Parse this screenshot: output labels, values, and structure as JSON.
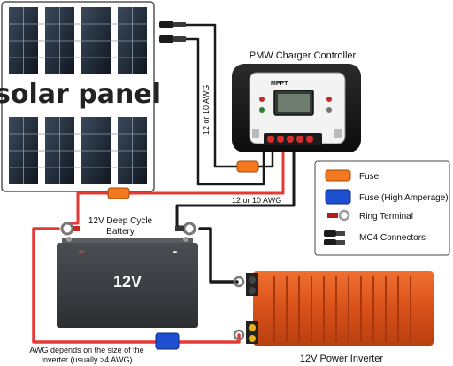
{
  "solar_panel": {
    "label": "solar panel"
  },
  "controller": {
    "title": "PMW Charger Controller",
    "brand": "MPPT"
  },
  "wires": {
    "panel_to_controller_gauge": "12 or 10 AWG",
    "controller_to_battery_gauge": "12 or 10 AWG",
    "inverter_note_line1": "AWG depends on the size of the",
    "inverter_note_line2": "Inverter (usually >4 AWG)"
  },
  "battery": {
    "caption_line1": "12V Deep Cycle",
    "caption_line2": "Battery",
    "face_label": "12V",
    "plus": "+",
    "minus": "-"
  },
  "inverter": {
    "caption": "12V Power Inverter"
  },
  "legend": {
    "items": [
      {
        "label": "Fuse",
        "swatch": "fuse"
      },
      {
        "label": "Fuse (High Amperage)",
        "swatch": "fuse-high"
      },
      {
        "label": "Ring Terminal",
        "swatch": "ring"
      },
      {
        "label": "MC4 Connectors",
        "swatch": "mc4"
      }
    ]
  },
  "colors": {
    "red_wire": "#e53935",
    "black_wire": "#1a1a1a",
    "fuse": "#f4781f",
    "fuse_high": "#1f4fd1",
    "inverter": "#e0551a",
    "battery": "#3a3d40"
  }
}
